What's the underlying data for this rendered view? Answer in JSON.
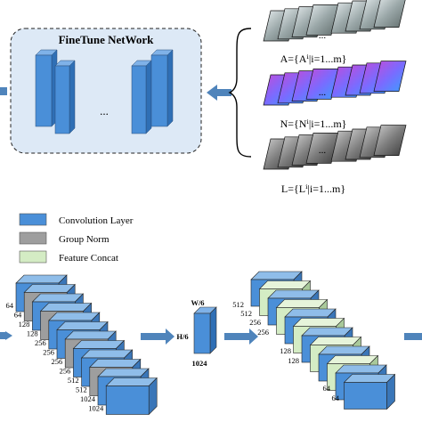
{
  "network": {
    "title": "FineTune NetWork",
    "ellipsis": "..."
  },
  "sets": {
    "a_label": "A={Aⁱ|i=1...m}",
    "n_label": "N={Nⁱ|i=1...m}",
    "l_label": "L={Lⁱ|i=1...m}",
    "ellipsis": "..."
  },
  "legend": {
    "items": [
      {
        "label": "Convolution Layer",
        "color": "#4a8fd8"
      },
      {
        "label": "Group Norm",
        "color": "#9e9e9e"
      },
      {
        "label": "Feature Concat",
        "color": "#d4ecc4"
      }
    ]
  },
  "encoder": {
    "channels": [
      "64",
      "64",
      "128",
      "128",
      "256",
      "256",
      "256",
      "256",
      "512",
      "512",
      "1024",
      "1024"
    ]
  },
  "bottleneck": {
    "width_label": "W/6",
    "height_label": "H/6",
    "depth_label": "1024"
  },
  "decoder": {
    "channels": [
      "512",
      "512",
      "256",
      "256",
      "128",
      "128",
      "64",
      "64"
    ]
  },
  "colors": {
    "conv": "#4a8fd8",
    "norm": "#9e9e9e",
    "concat": "#d4ecc4",
    "arrow": "#4f84bb",
    "panel_fill": "#dde9f6"
  }
}
